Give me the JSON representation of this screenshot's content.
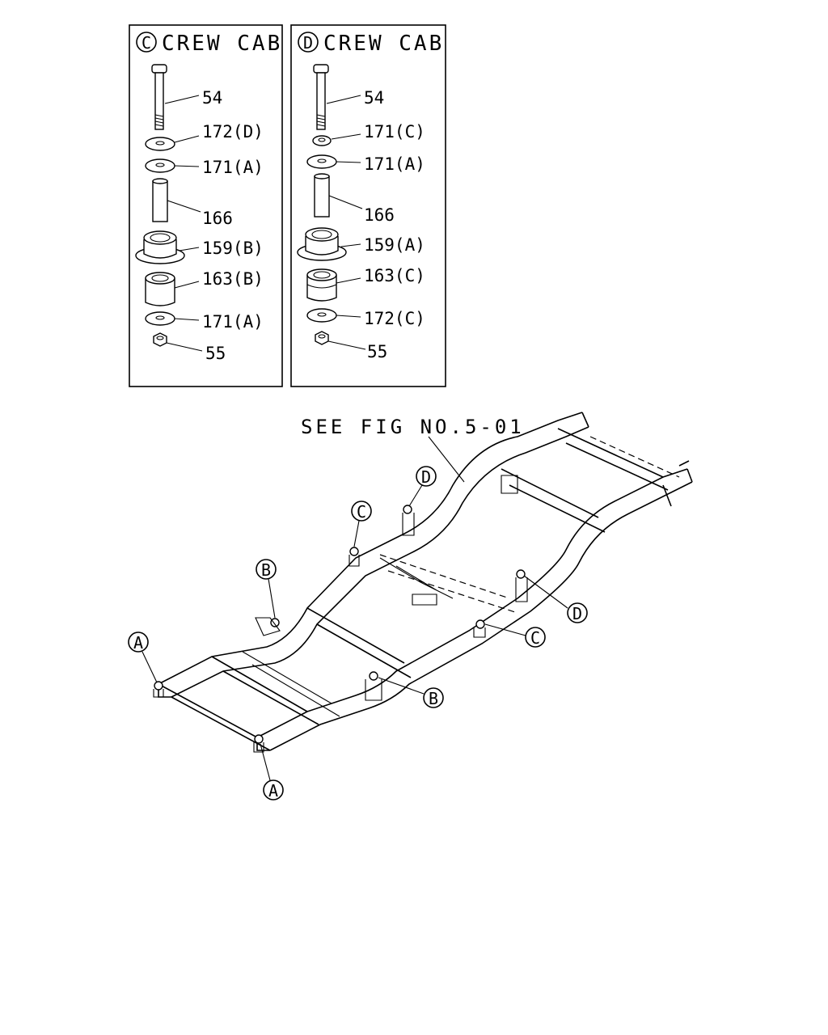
{
  "panels": [
    {
      "badge": "C",
      "title": "CREW CAB",
      "parts": [
        "54",
        "172(D)",
        "171(A)",
        "166",
        "159(B)",
        "163(B)",
        "171(A)",
        "55"
      ]
    },
    {
      "badge": "D",
      "title": "CREW CAB",
      "parts": [
        "54",
        "171(C)",
        "171(A)",
        "166",
        "159(A)",
        "163(C)",
        "172(C)",
        "55"
      ]
    }
  ],
  "frame": {
    "reference": "SEE FIG NO.5-01",
    "callouts": [
      "A",
      "A",
      "B",
      "B",
      "C",
      "C",
      "D",
      "D"
    ]
  }
}
